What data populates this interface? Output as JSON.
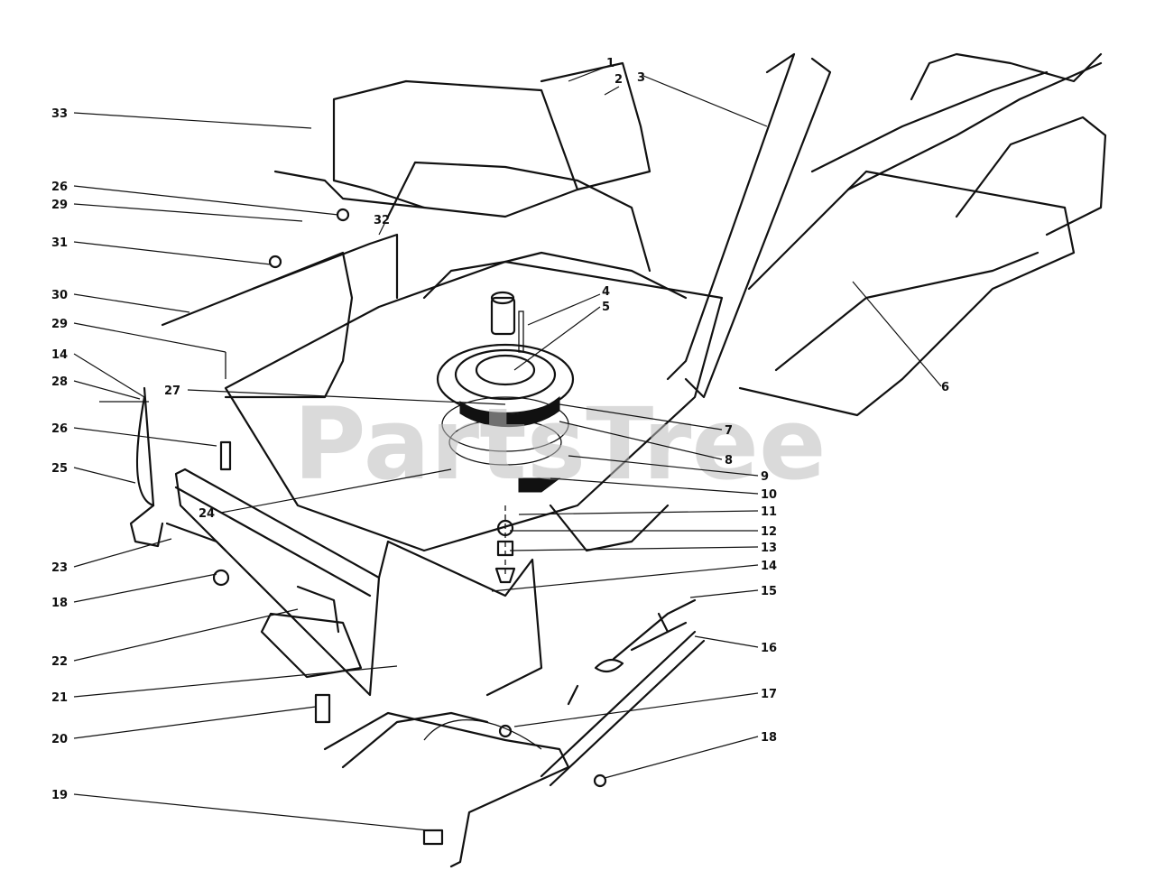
{
  "watermark": "PartsTree",
  "callouts": {
    "c1": "1",
    "c2": "2",
    "c3": "3",
    "c4": "4",
    "c5": "5",
    "c6": "6",
    "c7": "7",
    "c8": "8",
    "c9": "9",
    "c10": "10",
    "c11": "11",
    "c12": "12",
    "c13": "13",
    "c14a": "14",
    "c14b": "14",
    "c15": "15",
    "c16": "16",
    "c17": "17",
    "c18a": "18",
    "c18b": "18",
    "c19": "19",
    "c20": "20",
    "c21": "21",
    "c22": "22",
    "c23": "23",
    "c24": "24",
    "c25": "25",
    "c26a": "26",
    "c26b": "26",
    "c27": "27",
    "c28": "28",
    "c29a": "29",
    "c29b": "29",
    "c30": "30",
    "c31": "31",
    "c32": "32",
    "c33": "33"
  }
}
